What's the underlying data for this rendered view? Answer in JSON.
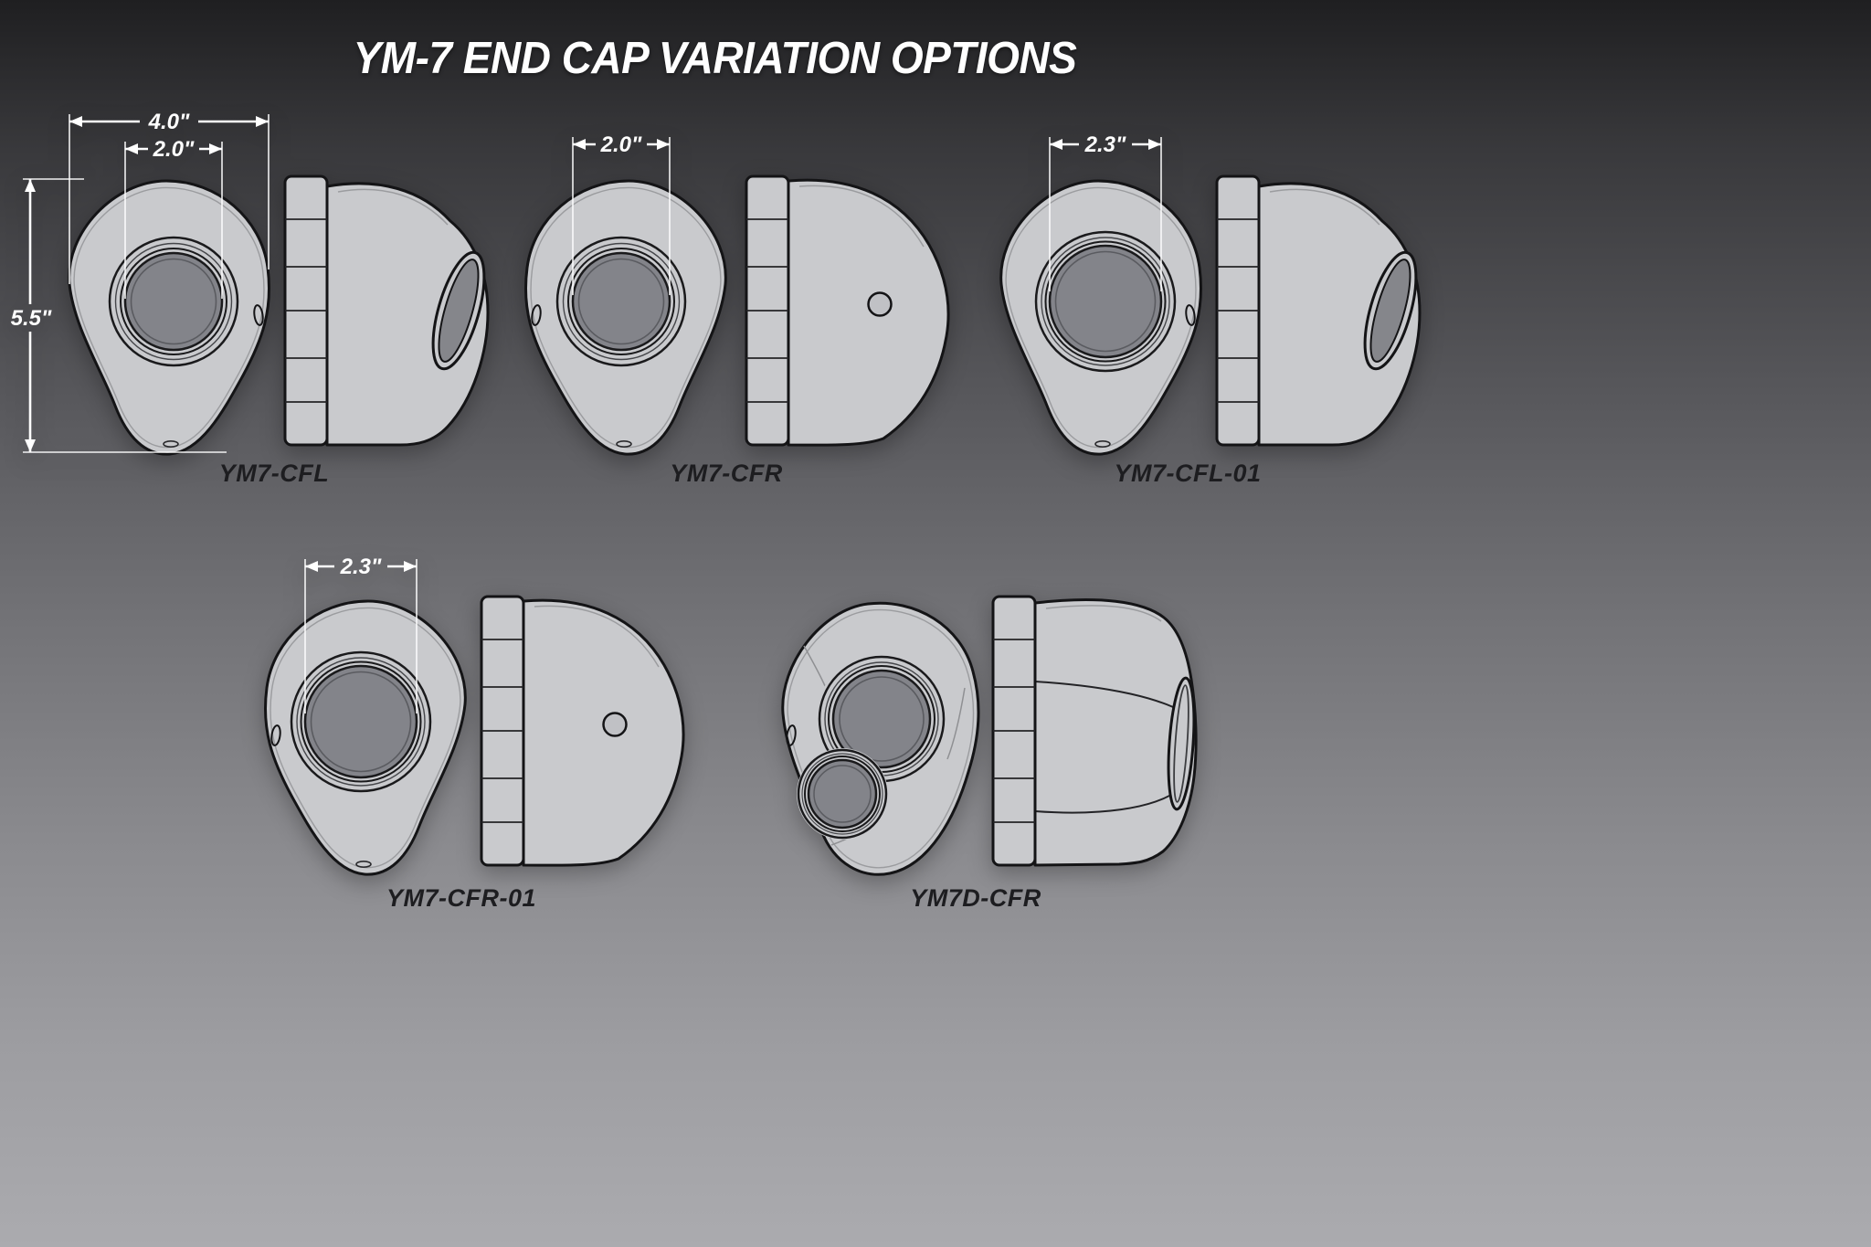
{
  "title": "YM-7 END CAP VARIATION OPTIONS",
  "variants": [
    {
      "id": "ym7-cfl",
      "label": "YM7-CFL",
      "dimensions": {
        "overall_width": "4.0\"",
        "opening": "2.0\"",
        "height": "5.5\""
      }
    },
    {
      "id": "ym7-cfr",
      "label": "YM7-CFR",
      "dimensions": {
        "opening": "2.0\""
      }
    },
    {
      "id": "ym7-cfl-01",
      "label": "YM7-CFL-01",
      "dimensions": {
        "opening": "2.3\""
      }
    },
    {
      "id": "ym7-cfr-01",
      "label": "YM7-CFR-01",
      "dimensions": {
        "opening": "2.3\""
      }
    },
    {
      "id": "ym7d-cfr",
      "label": "YM7D-CFR",
      "dimensions": {}
    }
  ],
  "colors": {
    "background_top": "#1f1f21",
    "background_bottom": "#ababaf",
    "cap_fill": "#c9cacd",
    "outline": "#141416",
    "dimension_lines": "#ffffff",
    "label_text": "#1d1d20"
  }
}
